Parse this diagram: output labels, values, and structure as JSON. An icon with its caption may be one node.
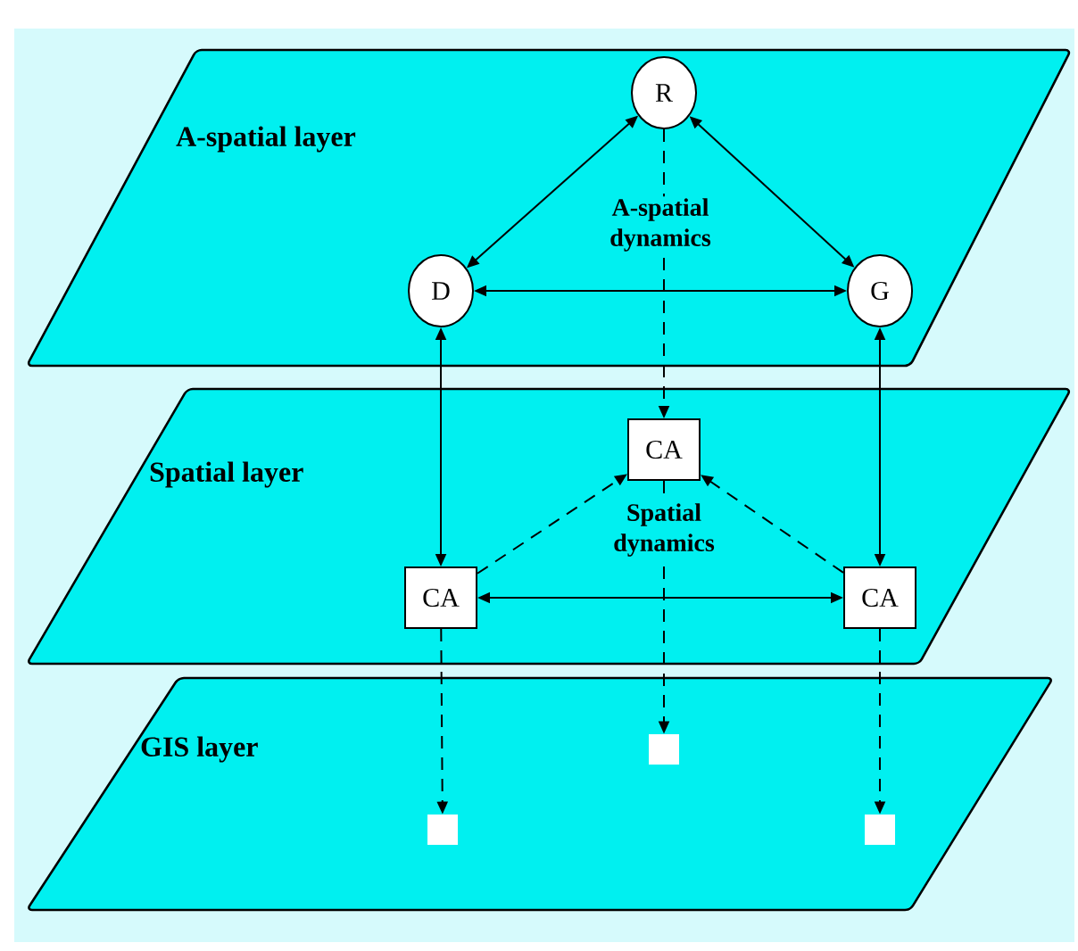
{
  "diagram": {
    "nodes": [
      {
        "text": [
          "A-spatial layer"
        ]
      },
      {
        "text": [
          "Spatial layer"
        ]
      },
      {
        "text": [
          "GIS layer"
        ]
      },
      {
        "text": [
          "R"
        ],
        "in": 0
      },
      {
        "text": [
          "D"
        ],
        "in": 0
      },
      {
        "text": [
          "G"
        ],
        "in": 0
      },
      {
        "text": [
          "CA"
        ],
        "in": 1
      },
      {
        "text": [
          "CA"
        ],
        "in": 1
      },
      {
        "text": [
          "CA"
        ],
        "in": 1
      },
      {
        "text": [],
        "shape": "box",
        "in": 2
      },
      {
        "text": [],
        "shape": "box",
        "in": 2
      },
      {
        "text": [],
        "shape": "box",
        "in": 2
      }
    ],
    "edges": [
      {
        "from": 3,
        "to": 4,
        "arrow": "both"
      },
      {
        "from": 3,
        "to": 5,
        "arrow": "both"
      },
      {
        "from": 4,
        "to": 5,
        "arrow": "both"
      },
      {
        "from": 3,
        "to": 6,
        "arrow": "to",
        "style": "dashed"
      },
      {
        "from": 4,
        "to": 7,
        "arrow": "both"
      },
      {
        "from": 5,
        "to": 8,
        "arrow": "both"
      },
      {
        "from": 7,
        "to": 6,
        "arrow": "to",
        "style": "dashed"
      },
      {
        "from": 8,
        "to": 6,
        "arrow": "to",
        "style": "dashed"
      },
      {
        "from": 7,
        "to": 8,
        "arrow": "both"
      },
      {
        "from": 7,
        "to": 9,
        "arrow": "to",
        "style": "dashed"
      },
      {
        "from": 6,
        "to": 10,
        "arrow": "to",
        "style": "dashed"
      },
      {
        "from": 8,
        "to": 11,
        "arrow": "to",
        "style": "dashed"
      }
    ],
    "labels": [
      "A-spatial dynamics",
      "Spatial dynamics"
    ]
  }
}
